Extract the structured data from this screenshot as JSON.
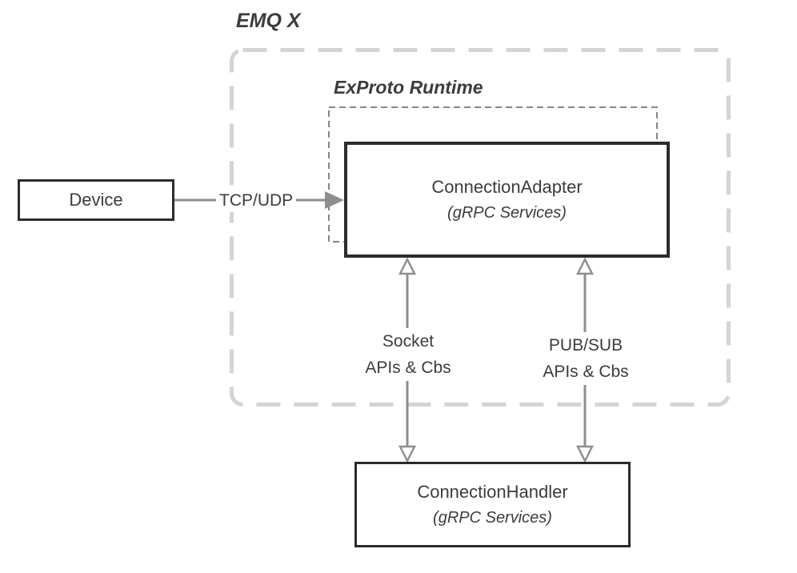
{
  "labels": {
    "emqx": "EMQ X",
    "exproto_runtime": "ExProto Runtime"
  },
  "nodes": {
    "device": {
      "label": "Device"
    },
    "connection_adapter": {
      "title": "ConnectionAdapter",
      "subtitle": "(gRPC Services)"
    },
    "connection_handler": {
      "title": "ConnectionHandler",
      "subtitle": "(gRPC Services)"
    }
  },
  "edges": {
    "tcp_udp": {
      "label": "TCP/UDP"
    },
    "socket": {
      "line1": "Socket",
      "line2": "APIs & Cbs"
    },
    "pubsub": {
      "line1": "PUB/SUB",
      "line2": "APIs & Cbs"
    }
  },
  "colors": {
    "text": "#3c3c3c",
    "box_border": "#2b2b2b",
    "outer_boundary_dash": "#d4d4d4",
    "inner_boundary_dash": "#5f5f5f",
    "arrow": "#8e8e8e",
    "background": "#ffffff"
  }
}
